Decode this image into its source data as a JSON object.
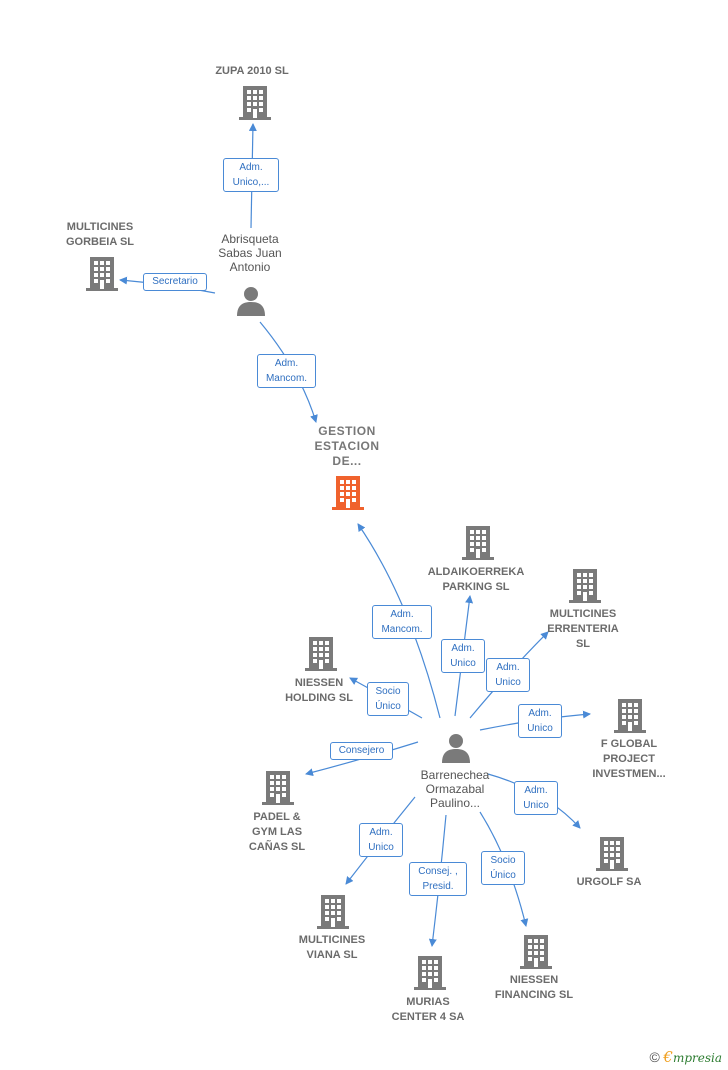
{
  "colors": {
    "edge": "#4a8ad6",
    "company_icon": "#7a7a7a",
    "focus_icon": "#f0622d",
    "person_icon": "#7a7a7a"
  },
  "nodes": {
    "zupa": {
      "label": "ZUPA 2010 SL",
      "icon": "building-icon"
    },
    "gorbeia": {
      "label": "MULTICINES\nGORBEIA  SL",
      "icon": "building-icon"
    },
    "abrisqueta": {
      "label": "Abrisqueta\nSabas Juan\nAntonio",
      "icon": "person-icon"
    },
    "gestion": {
      "label": "GESTION\nESTACION\nDE...",
      "icon": "building-icon"
    },
    "aldaikoerreka": {
      "label": "ALDAIKOERREKA\nPARKING  SL",
      "icon": "building-icon"
    },
    "errenteria": {
      "label": "MULTICINES\nERRENTERIA\nSL",
      "icon": "building-icon"
    },
    "niessen_holding": {
      "label": "NIESSEN\nHOLDING  SL",
      "icon": "building-icon"
    },
    "fglobal": {
      "label": "F GLOBAL\nPROJECT\nINVESTMEN...",
      "icon": "building-icon"
    },
    "barrenechea": {
      "label": "Barrenechea\nOrmazabal\nPaulino...",
      "icon": "person-icon"
    },
    "padel": {
      "label": "PADEL &\nGYM LAS\nCAÑAS  SL",
      "icon": "building-icon"
    },
    "urgolf": {
      "label": "URGOLF SA",
      "icon": "building-icon"
    },
    "viana": {
      "label": "MULTICINES\nVIANA  SL",
      "icon": "building-icon"
    },
    "murias": {
      "label": "MURIAS\nCENTER 4 SA",
      "icon": "building-icon"
    },
    "niessen_financing": {
      "label": "NIESSEN\nFINANCING  SL",
      "icon": "building-icon"
    }
  },
  "edges": {
    "e1": "Adm.\nUnico,...",
    "e2": "Secretario",
    "e3": "Adm.\nMancom.",
    "e4": "Adm.\nMancom.",
    "e5": "Adm.\nUnico",
    "e6": "Adm.\nUnico",
    "e7": "Socio\nÚnico",
    "e8": "Adm.\nUnico",
    "e9": "Consejero",
    "e10": "Adm.\nUnico",
    "e11": "Adm.\nUnico",
    "e12": "Consej. ,\nPresid.",
    "e13": "Socio\nÚnico"
  },
  "footer": {
    "copyright": "©",
    "brand_initial": "€",
    "brand_rest": "mpresia"
  }
}
